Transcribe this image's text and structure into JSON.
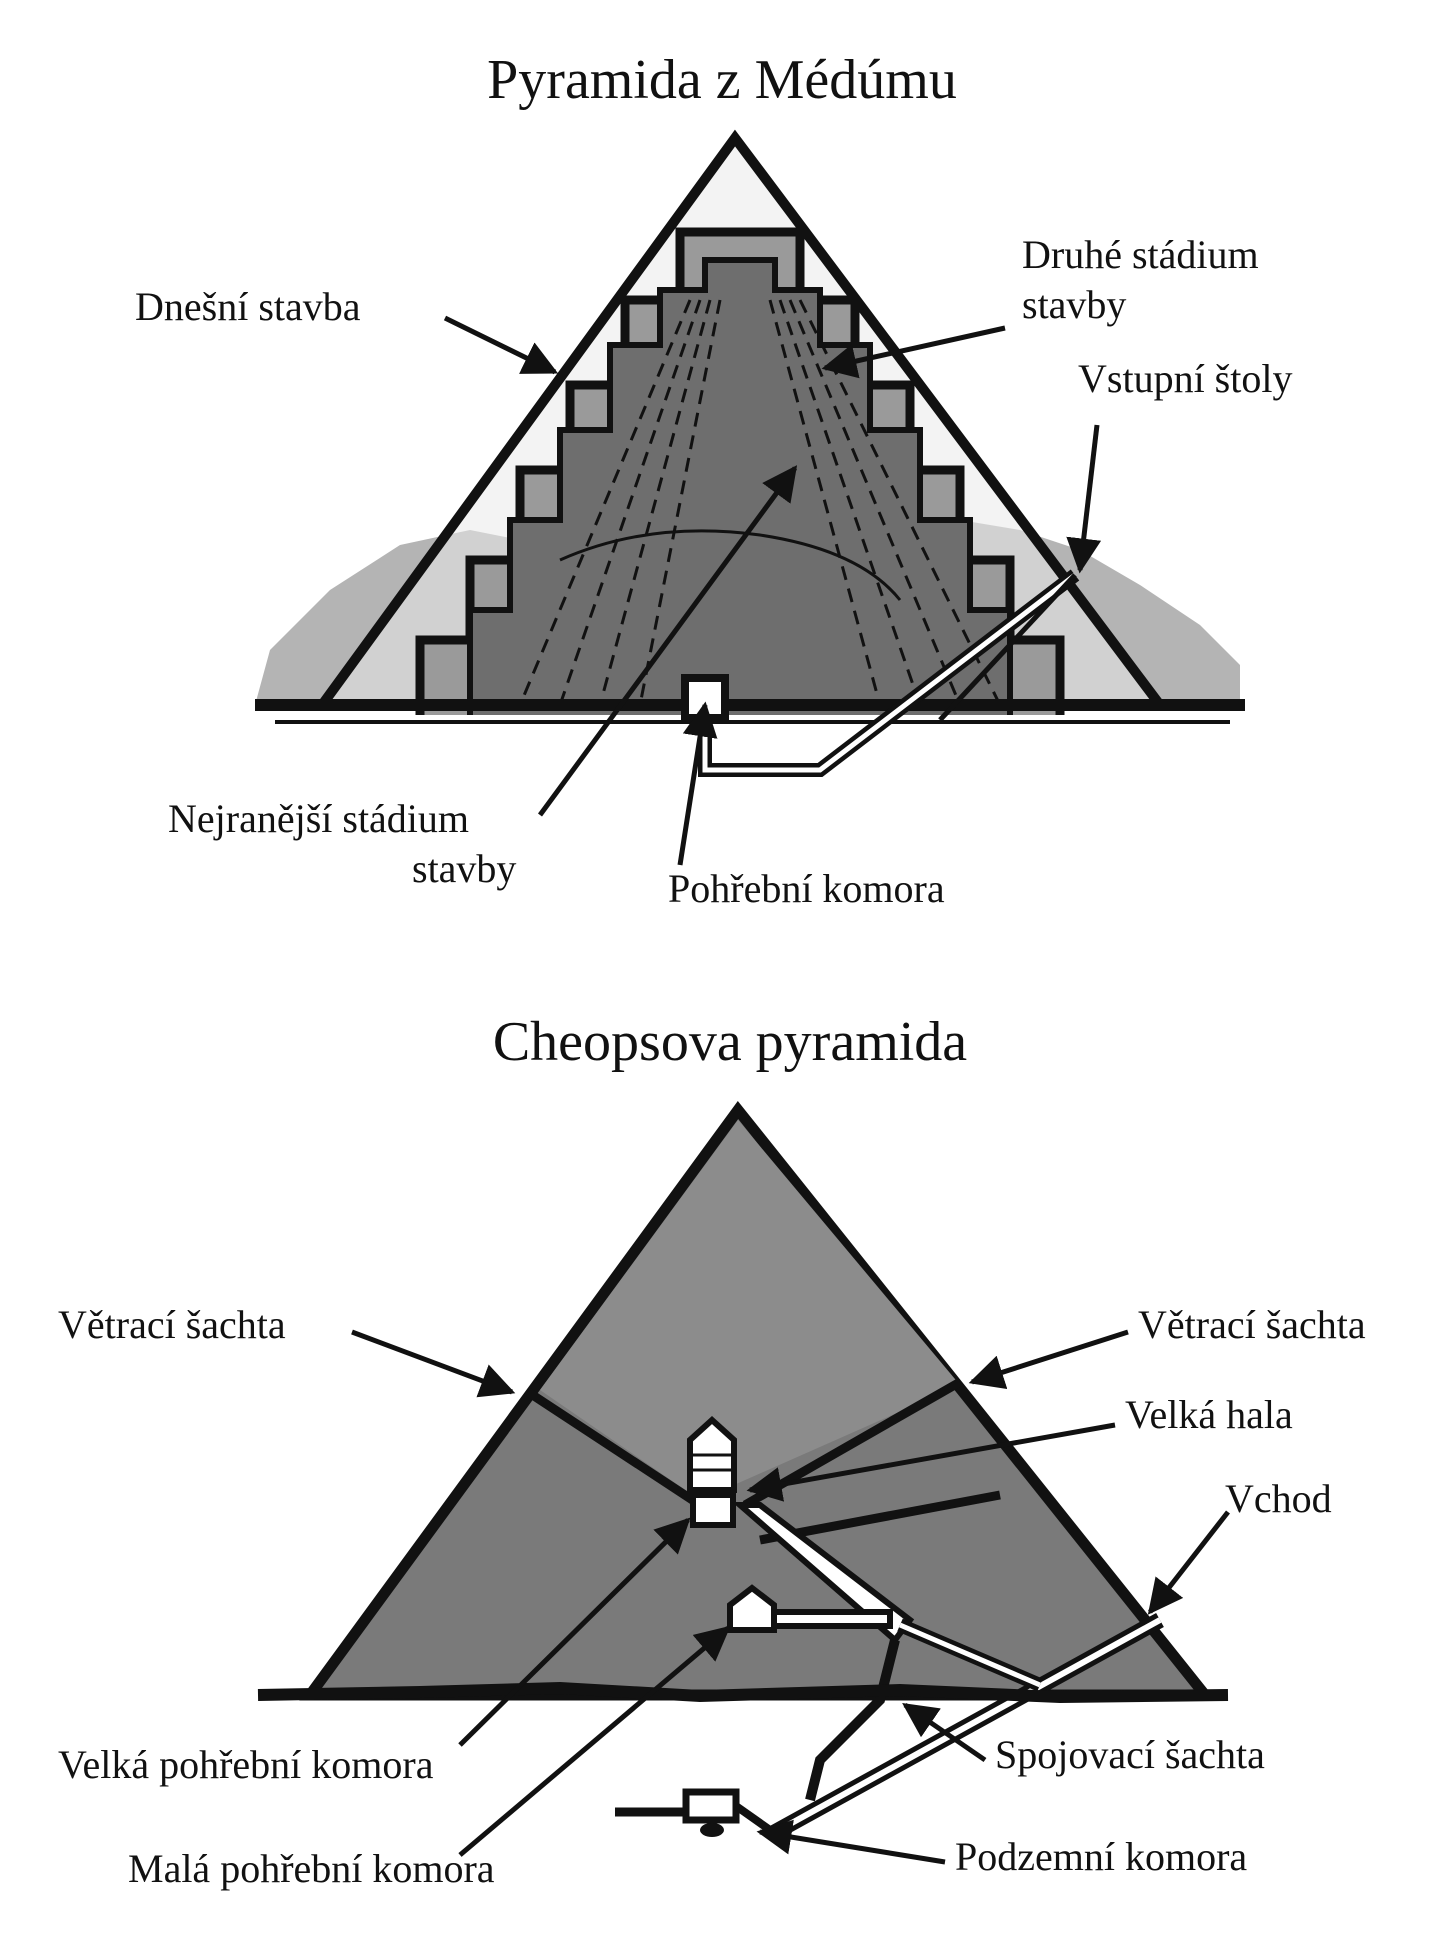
{
  "medum": {
    "title": "Pyramida z Médúmu",
    "labels": {
      "current": "Dnešní stavba",
      "second_1": "Druhé stádium",
      "second_2": "stavby",
      "entrance": "Vstupní štoly",
      "earliest_1": "Nejranější stádium",
      "earliest_2": "stavby",
      "burial": "Pohřební komora"
    }
  },
  "cheops": {
    "title": "Cheopsova pyramida",
    "labels": {
      "vent_left": "Větrací šachta",
      "vent_right": "Větrací šachta",
      "gallery": "Velká hala",
      "entrance": "Vchod",
      "kings": "Velká pohřební komora",
      "queens": "Malá pohřební komora",
      "connecting": "Spojovací šachta",
      "underground": "Podzemní komora"
    }
  },
  "colors": {
    "ink": "#111111",
    "stone_dark": "#6e6e6e",
    "stone_mid": "#8a8a8a",
    "mound": "#b4b4b4",
    "outer_light": "#e9e9e9"
  }
}
